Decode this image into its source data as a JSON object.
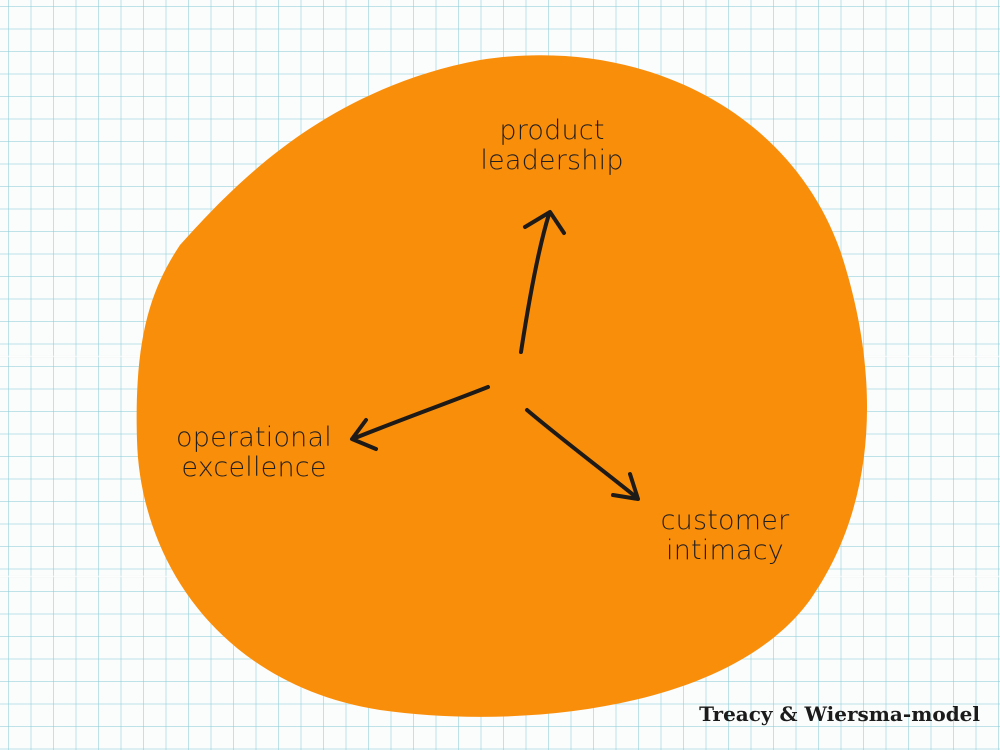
{
  "colors": {
    "blob": "#f98e0b",
    "arrow": "#1e1a17",
    "grid": "#8ccdd7",
    "paper": "#fbfcfc"
  },
  "nodes": {
    "product_leadership": {
      "line1": "product",
      "line2": "leadership"
    },
    "operational_excellence": {
      "line1": "operational",
      "line2": "excellence"
    },
    "customer_intimacy": {
      "line1": "customer",
      "line2": "intimacy"
    }
  },
  "arrows": [
    {
      "from": "center",
      "to": "product_leadership"
    },
    {
      "from": "center",
      "to": "operational_excellence"
    },
    {
      "from": "center",
      "to": "customer_intimacy"
    }
  ],
  "caption": "Treacy & Wiersma-model"
}
